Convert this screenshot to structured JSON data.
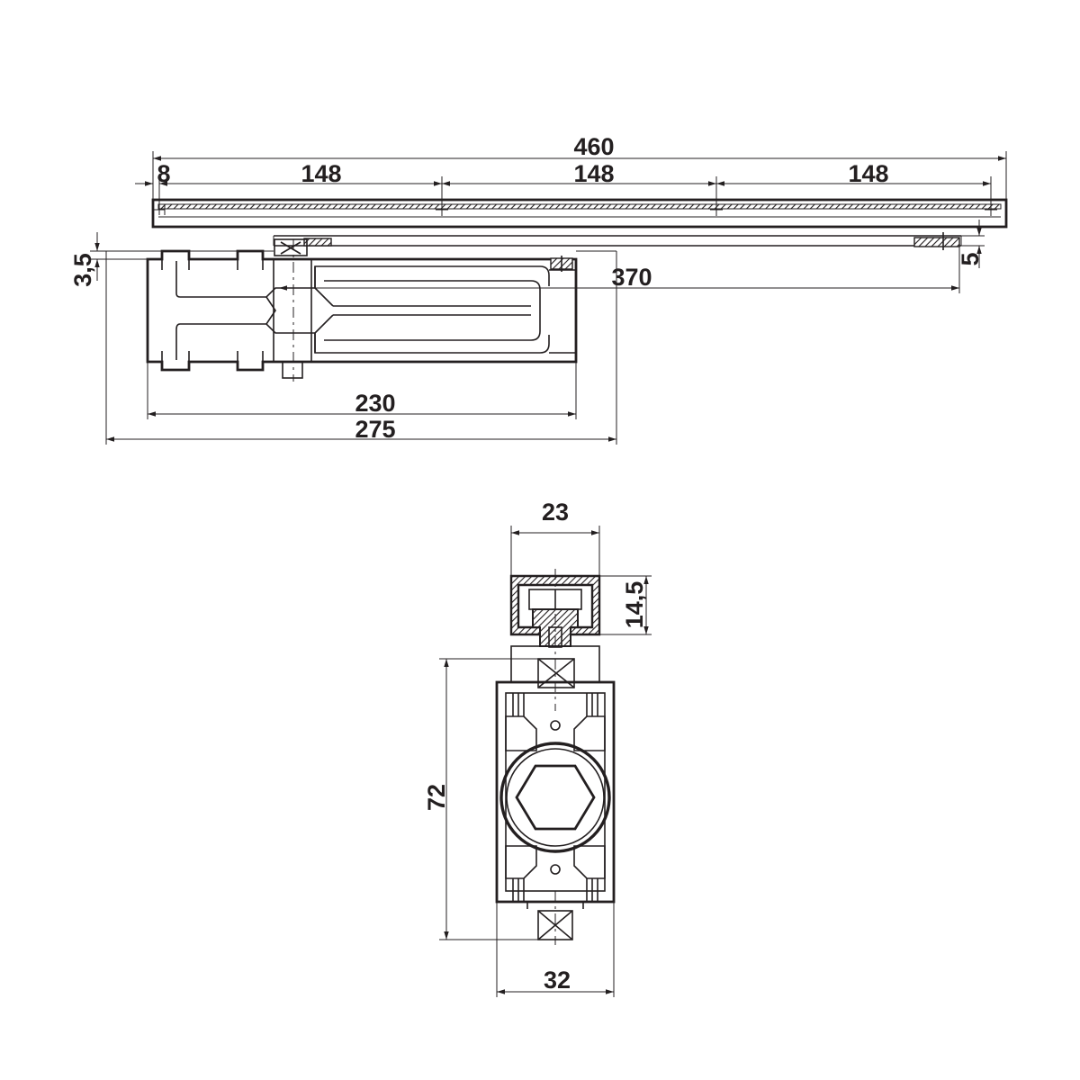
{
  "drawing": {
    "subject": "Door closer with slide rail",
    "views": [
      "side-view",
      "end-view"
    ],
    "line_color": "#231f20",
    "background": "#ffffff"
  },
  "dimensions": {
    "rail_length": "460",
    "rail_offset": "8",
    "rail_segment_1": "148",
    "rail_segment_2": "148",
    "rail_segment_3": "148",
    "height_offset": "3,5",
    "rail_drop": "5",
    "arm_reach": "370",
    "body_length": "230",
    "overall_length": "275",
    "rail_width": "23",
    "rail_height": "14,5",
    "body_height": "72",
    "body_width": "32"
  }
}
